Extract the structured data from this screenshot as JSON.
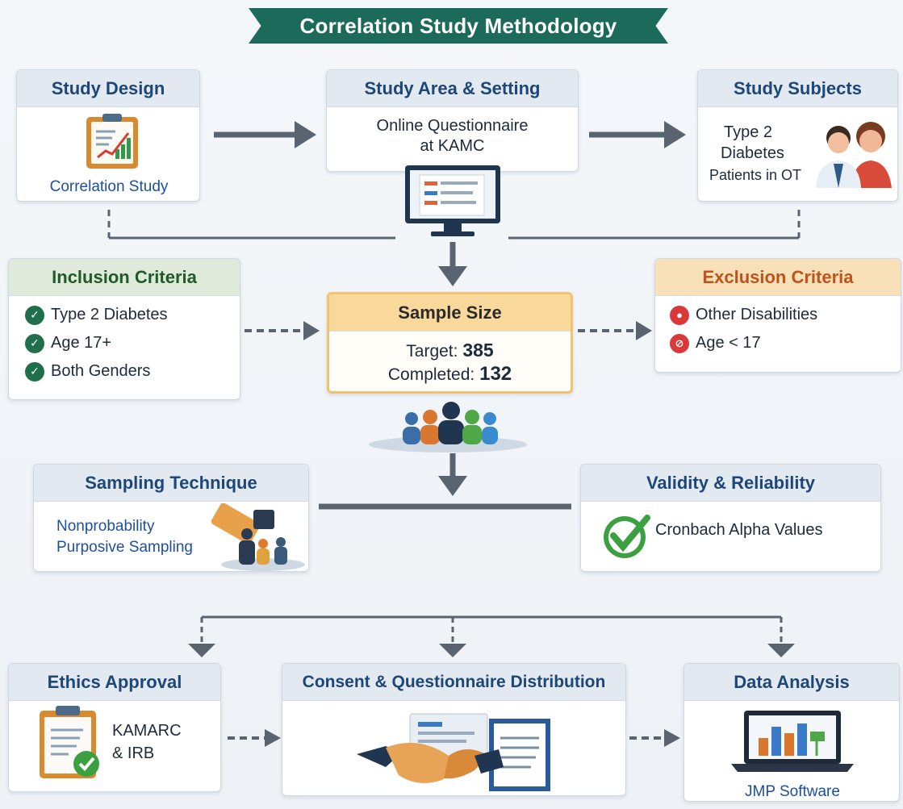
{
  "title": "Correlation Study Methodology",
  "study_design": {
    "heading": "Study Design",
    "caption": "Correlation Study"
  },
  "study_area": {
    "heading": "Study Area & Setting",
    "line1": "Online Questionnaire",
    "line2": "at KAMC"
  },
  "study_subjects": {
    "heading": "Study Subjects",
    "line1": "Type 2",
    "line2": "Diabetes",
    "line3": "Patients in OT"
  },
  "inclusion": {
    "heading": "Inclusion Criteria",
    "items": [
      "Type 2 Diabetes",
      "Age 17+",
      "Both Genders"
    ]
  },
  "sample_size": {
    "heading": "Sample Size",
    "target_label": "Target:",
    "target_value": "385",
    "completed_label": "Completed:",
    "completed_value": "132"
  },
  "exclusion": {
    "heading": "Exclusion Criteria",
    "items": [
      "Other Disabilities",
      "Age < 17"
    ]
  },
  "sampling": {
    "heading": "Sampling Technique",
    "line1": "Nonprobability",
    "line2": "Purposive Sampling"
  },
  "validity": {
    "heading": "Validity & Reliability",
    "text": "Cronbach Alpha Values"
  },
  "ethics": {
    "heading": "Ethics Approval",
    "line1": "KAMARC",
    "line2": "& IRB"
  },
  "consent": {
    "heading": "Consent & Questionnaire Distribution"
  },
  "analysis": {
    "heading": "Data Analysis",
    "caption": "JMP Software"
  },
  "colors": {
    "teal": "#1c6a5a",
    "navy": "#1d4777",
    "green": "#1f6f4a",
    "orange": "#c0531b",
    "red": "#d8393a",
    "gold": "#f1c26f"
  },
  "icons": [
    "clipboard-chart-icon",
    "computer-monitor-icon",
    "patients-icon",
    "people-group-icon",
    "hand-selecting-icon",
    "checkmark-icon",
    "clipboard-check-icon",
    "handshake-icon",
    "laptop-chart-icon"
  ]
}
